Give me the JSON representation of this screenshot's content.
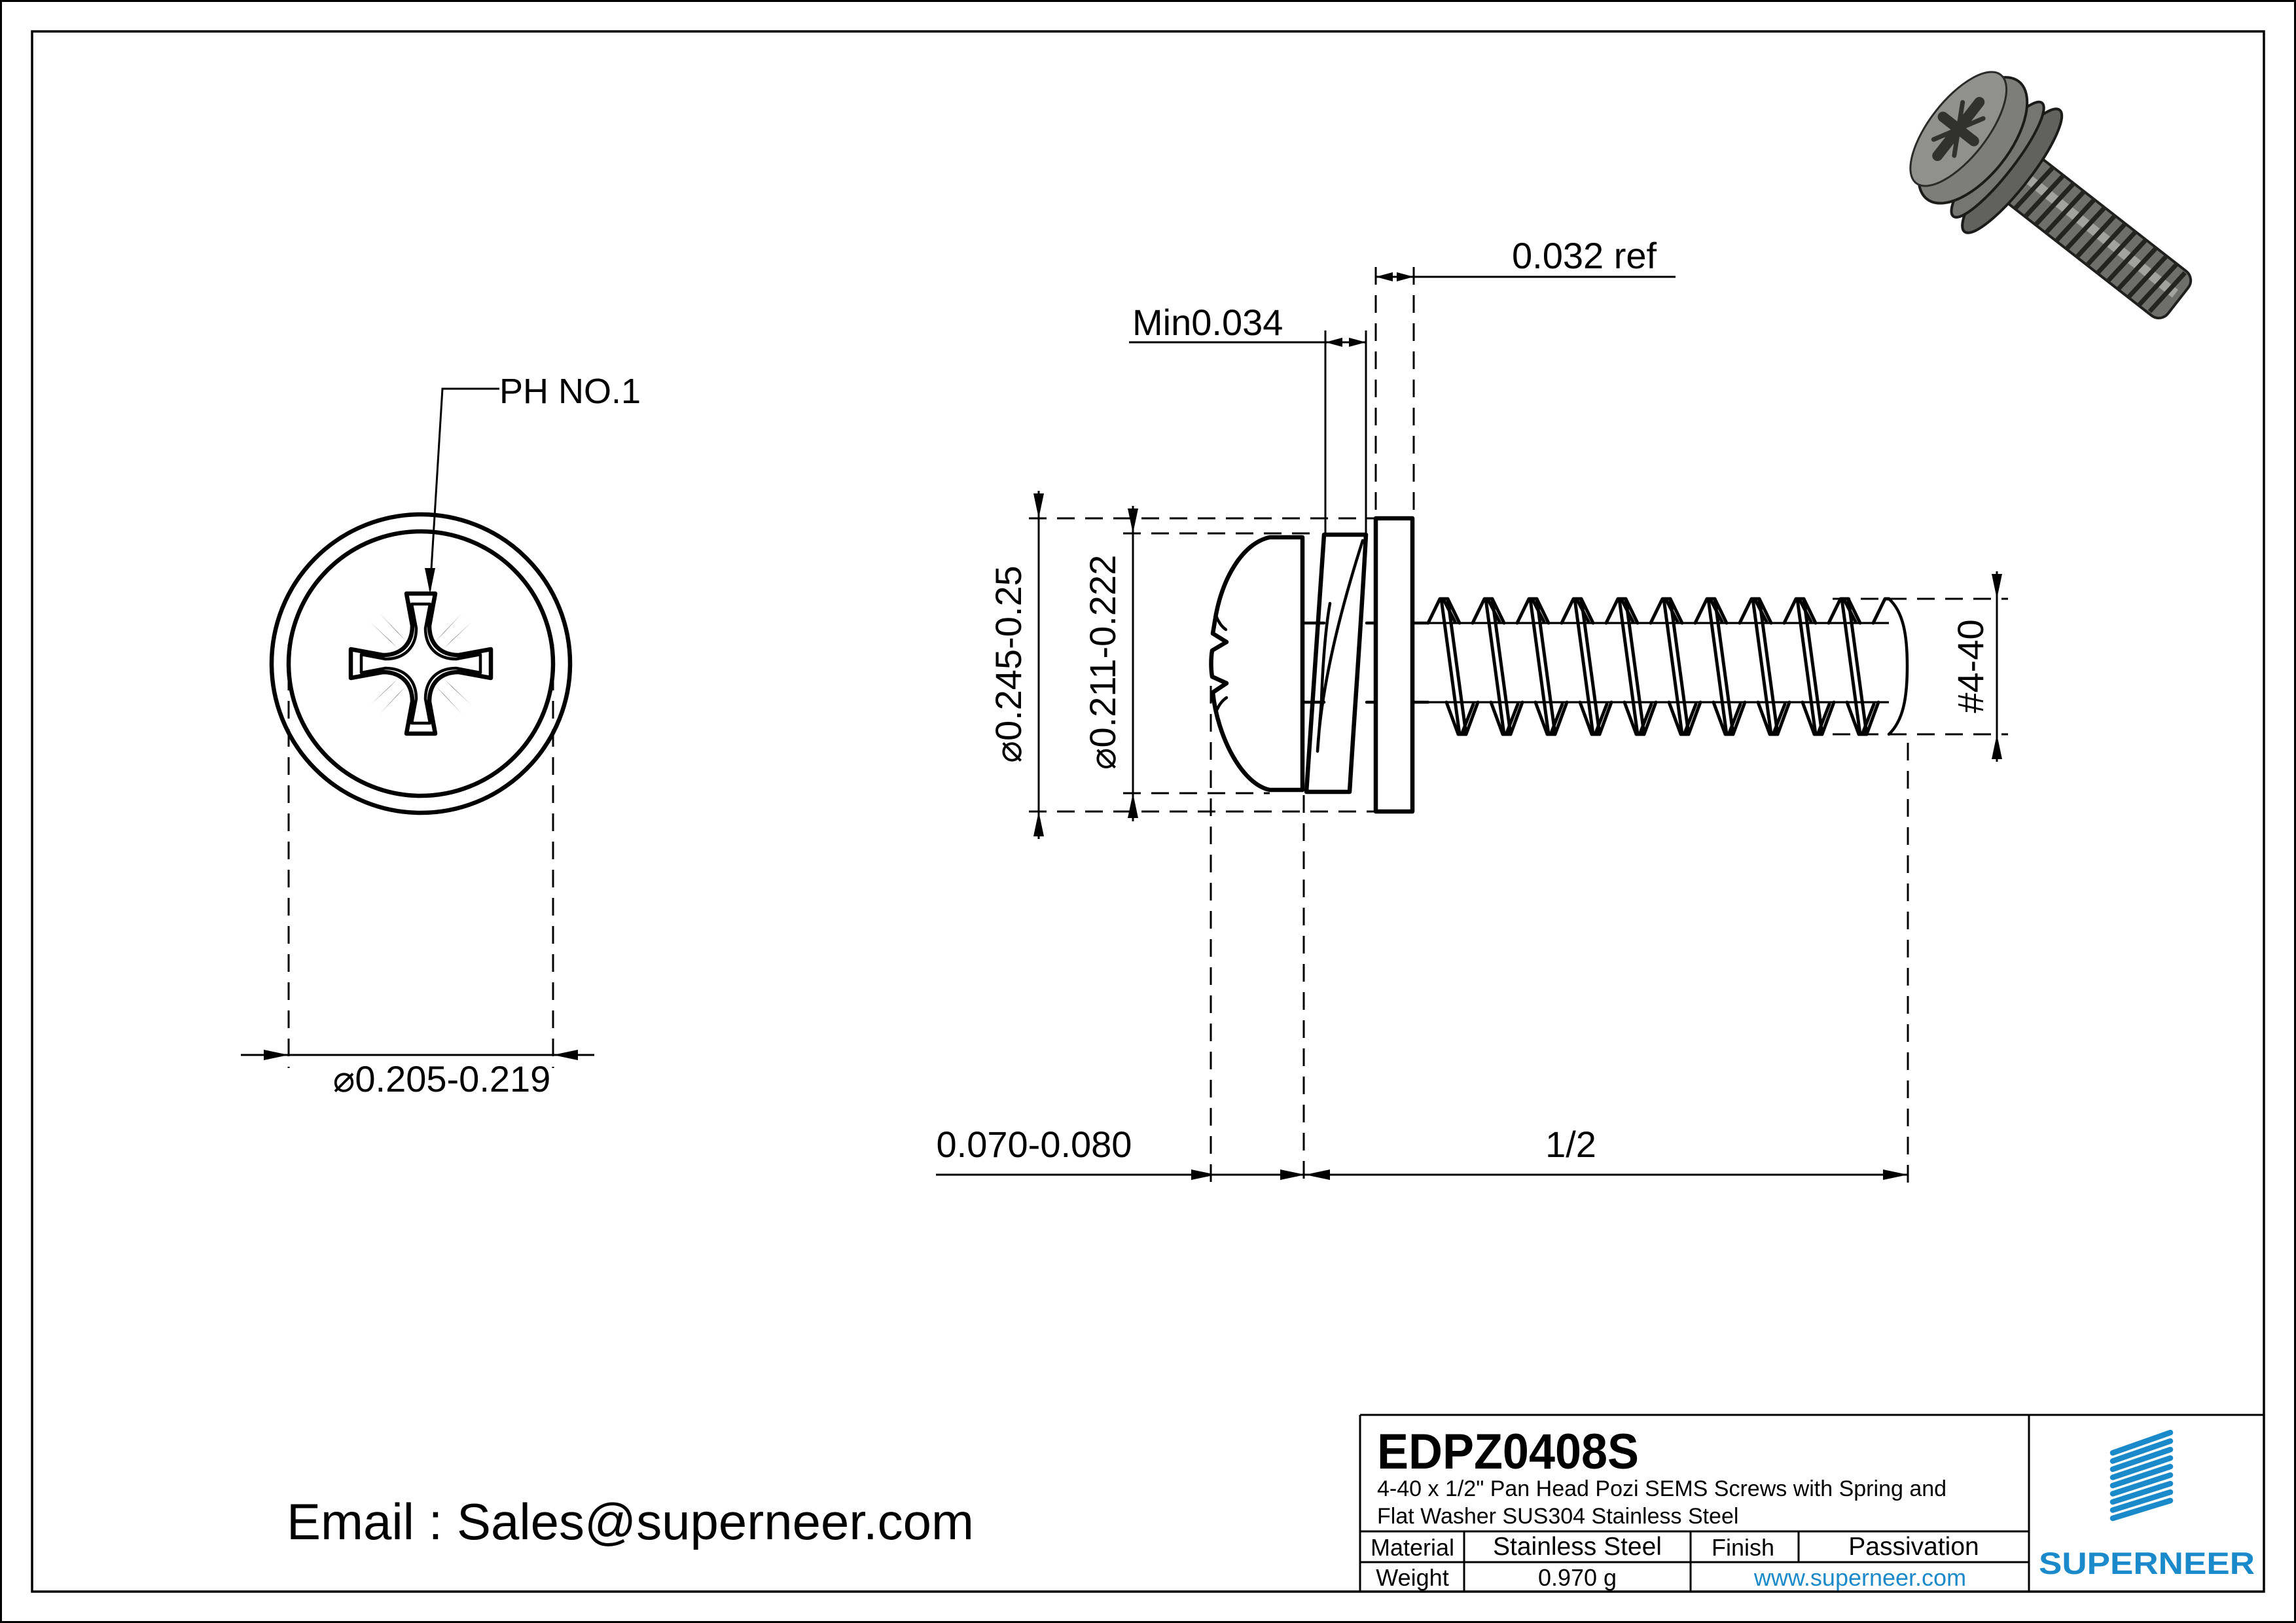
{
  "sheet": {
    "part_number": "EDPZ0408S",
    "description_line1": "4-40 x 1/2\" Pan Head Pozi SEMS Screws with Spring and",
    "description_line2": "Flat Washer SUS304 Stainless Steel",
    "material_label": "Material",
    "material_value": "Stainless Steel",
    "finish_label": "Finish",
    "finish_value": "Passivation",
    "weight_label": "Weight",
    "weight_value": "0.970 g",
    "website": "www.superneer.com",
    "brand": "SUPERNEER",
    "email": "Email : Sales@superneer.com"
  },
  "dimensions": {
    "drive": "PH NO.1",
    "head_diameter_front": "⌀0.205-0.219",
    "washer_od": "⌀0.245-0.25",
    "head_od": "⌀0.211-0.222",
    "spring_washer_min": "Min0.034",
    "flat_washer_thickness": "0.032 ref",
    "head_height": "0.070-0.080",
    "thread_length": "1/2",
    "thread_spec": "#4-40"
  },
  "colors": {
    "accent_blue": "#1a8aca",
    "line": "#000000",
    "metal_gray": "#8a8a88"
  }
}
